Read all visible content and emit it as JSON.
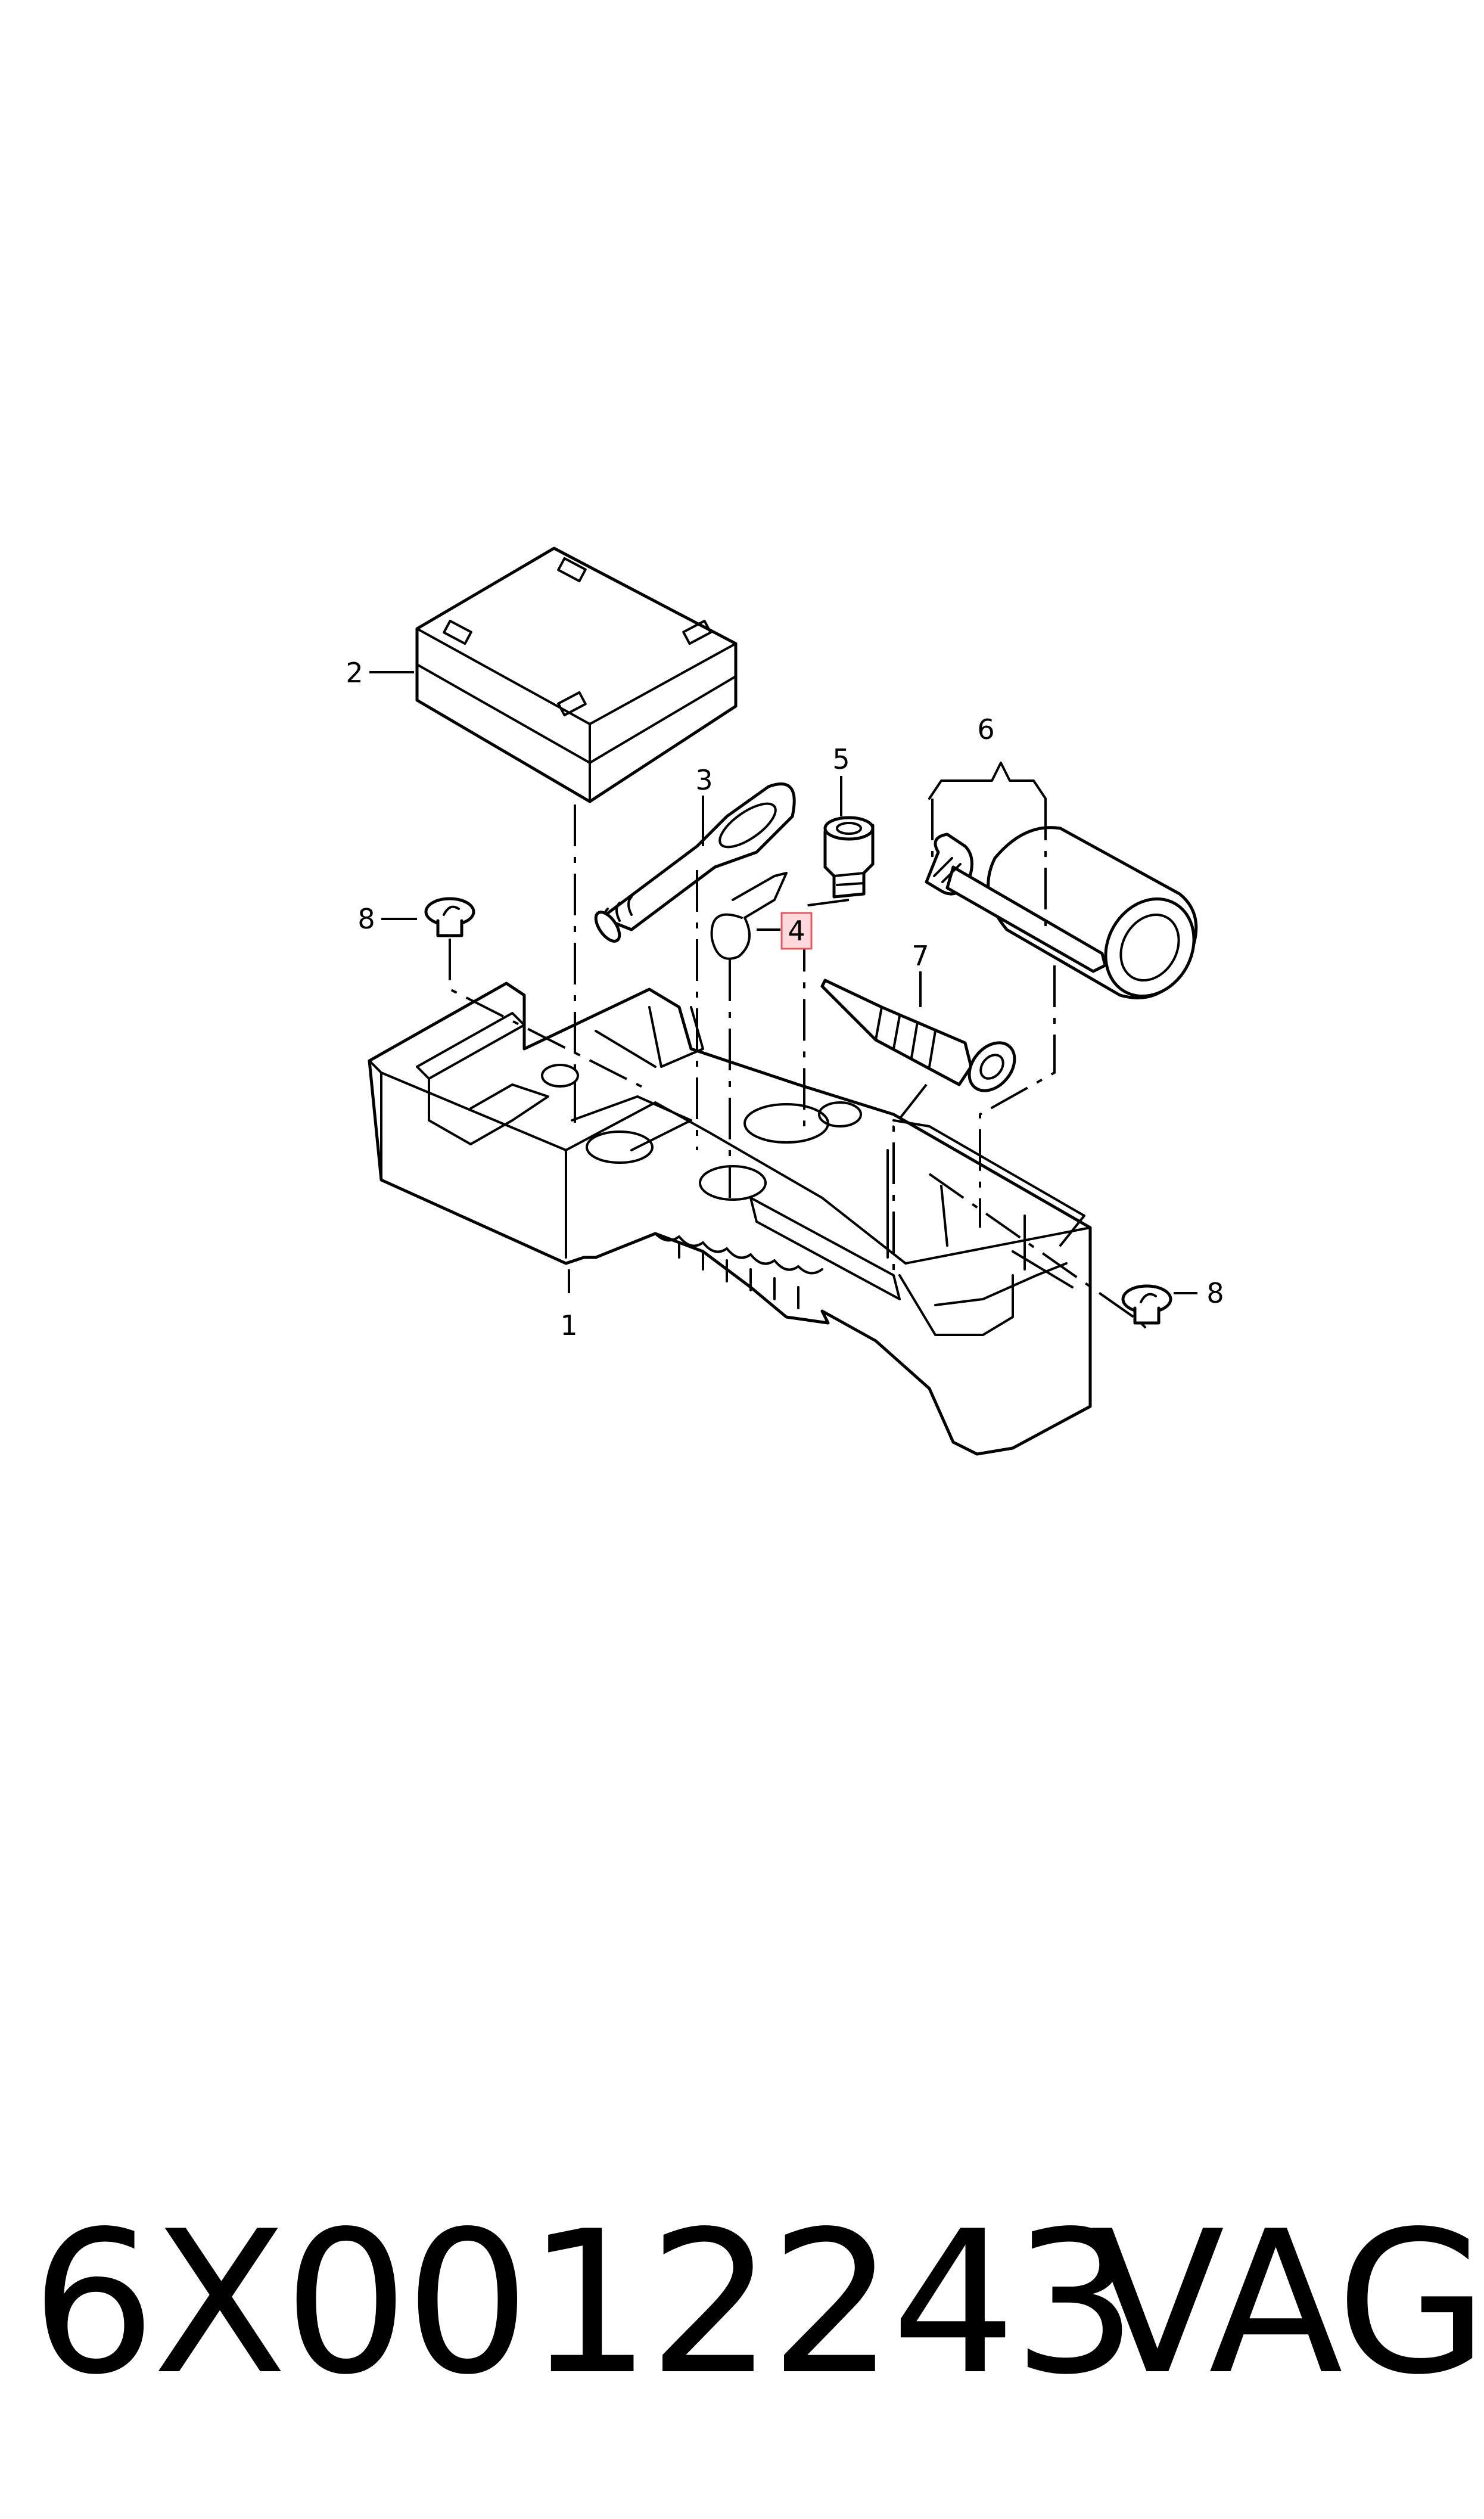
{
  "callouts": {
    "c1": "1",
    "c2": "2",
    "c3": "3",
    "c4": "4",
    "c5": "5",
    "c6": "6",
    "c7": "7",
    "c8a": "8",
    "c8b": "8"
  },
  "highlighted_callout": "4",
  "highlight_color": "#ffd9dc",
  "footer": {
    "part_number": "6X0012243",
    "brand": "VAG"
  }
}
